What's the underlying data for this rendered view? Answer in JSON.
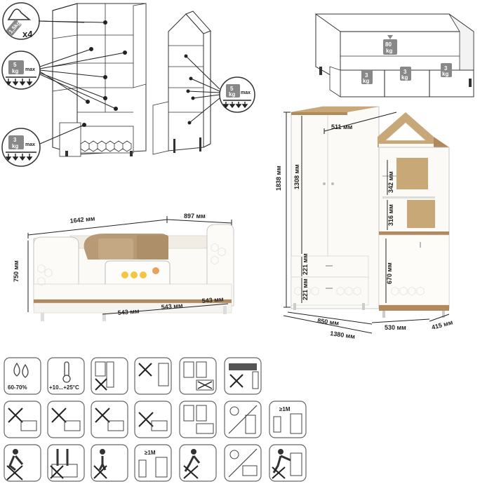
{
  "load_labels": {
    "top_left_weight": "1,5kg",
    "top_left_multiplier": "x4",
    "shelf_weight": "5",
    "shelf_weight_unit": "kg",
    "shelf_max": "max",
    "drawer_weight": "3",
    "drawer_weight_unit": "kg",
    "drawer_max": "max",
    "house_weight": "5",
    "house_weight_unit": "kg",
    "house_max": "max",
    "bed_platform_weight": "80",
    "bed_platform_unit": "kg",
    "bed_drawer_weight_1": "3",
    "bed_drawer_weight_2": "3",
    "bed_drawer_weight_3": "3",
    "bed_drawer_unit": "kg"
  },
  "bed_dimensions": {
    "length": "1642 мм",
    "depth": "897 мм",
    "height": "750 мм",
    "drawer_1": "543 мм",
    "drawer_2": "543 мм",
    "drawer_3": "543 мм"
  },
  "wardrobe_dimensions": {
    "total_height": "1838 мм",
    "door_height": "1308 мм",
    "depth": "511 мм",
    "drawer_1_height": "221 мм",
    "drawer_2_height": "221 мм",
    "wardrobe_width": "850 мм",
    "total_width": "1380 мм",
    "house_width": "530 мм",
    "house_depth": "415 мм",
    "house_shelf_1": "342 мм",
    "house_shelf_2": "316 мм",
    "house_cabinet_height": "670 мм"
  },
  "care_icons": {
    "row1": [
      {
        "name": "humidity",
        "caption": "60-70%"
      },
      {
        "name": "temperature",
        "caption": "+10...+25°С"
      },
      {
        "name": "no-hang-on-door",
        "caption": ""
      },
      {
        "name": "no-sit-on-drawer",
        "caption": ""
      },
      {
        "name": "no-open-all-doors",
        "caption": ""
      },
      {
        "name": "no-heavy-on-top",
        "caption": ""
      }
    ],
    "row2": [
      {
        "name": "no-pointed-objects",
        "caption": ""
      },
      {
        "name": "no-aggressive-liquids",
        "caption": ""
      },
      {
        "name": "no-heat-source",
        "caption": ""
      },
      {
        "name": "no-hammer",
        "caption": ""
      },
      {
        "name": "no-open-multiple-drawers",
        "caption": ""
      },
      {
        "name": "no-direct-sunlight",
        "caption": ""
      },
      {
        "name": "distance-from-heater",
        "caption": "≥1М"
      }
    ],
    "row3": [
      {
        "name": "no-climbing",
        "caption": ""
      },
      {
        "name": "no-standing-on-drawer",
        "caption": ""
      },
      {
        "name": "no-jumping",
        "caption": ""
      },
      {
        "name": "heater-distance",
        "caption": "≥1М"
      },
      {
        "name": "no-dragging",
        "caption": ""
      },
      {
        "name": "no-sunlight-bed",
        "caption": ""
      },
      {
        "name": "no-pushing-wardrobe",
        "caption": ""
      }
    ]
  }
}
